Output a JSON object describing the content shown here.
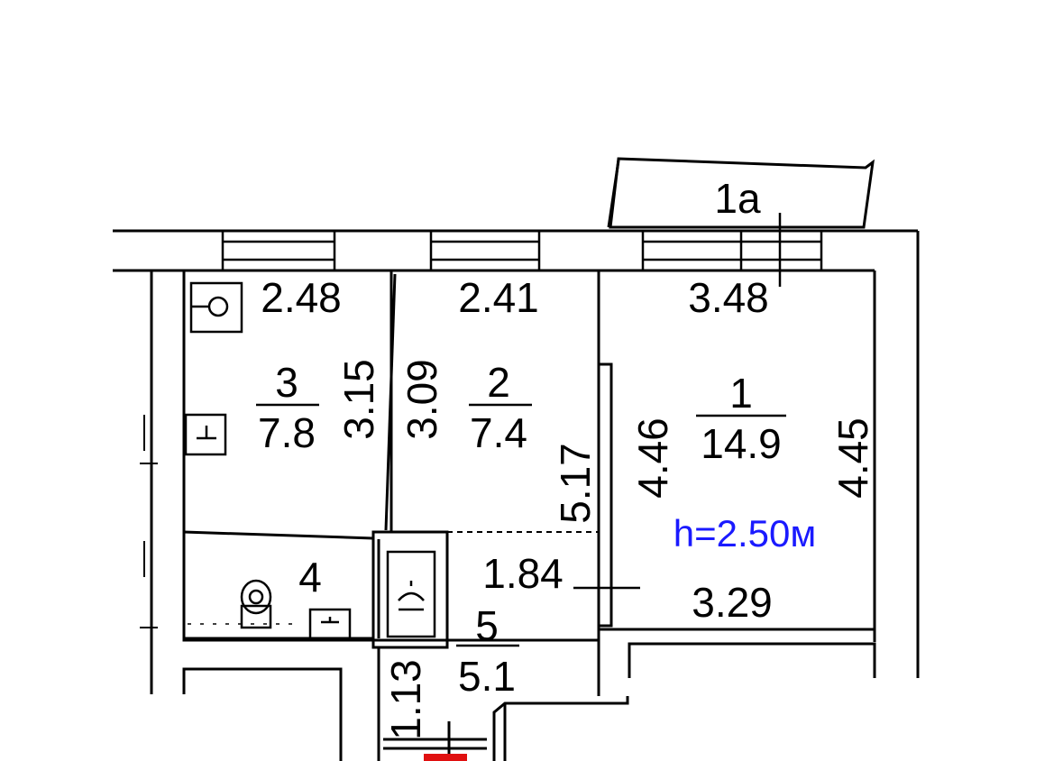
{
  "colors": {
    "wall": "#000000",
    "height_text": "#1a1aff",
    "accent_mark": "#e01010"
  },
  "balcony": {
    "number": "1a"
  },
  "rooms": [
    {
      "number": "1",
      "area": "14.9"
    },
    {
      "number": "2",
      "area": "7.4"
    },
    {
      "number": "3",
      "area": "7.8"
    },
    {
      "number": "4",
      "area": ""
    },
    {
      "number": "5",
      "area": "5.1"
    }
  ],
  "dimensions": {
    "room3_width": "2.48",
    "room3_height": "3.15",
    "room2_width": "2.41",
    "room2_height": "3.09",
    "room1_width_top": "3.48",
    "room1_width_bottom": "3.29",
    "room1_height_left": "4.46",
    "room1_height_right": "4.45",
    "corridor_length": "5.17",
    "hall_width": "1.84",
    "hall_small": "1.13"
  },
  "ceiling_height": "h=2.50м",
  "icons": [
    "boiler-icon",
    "sink-icon",
    "toilet-icon",
    "shower-icon"
  ]
}
